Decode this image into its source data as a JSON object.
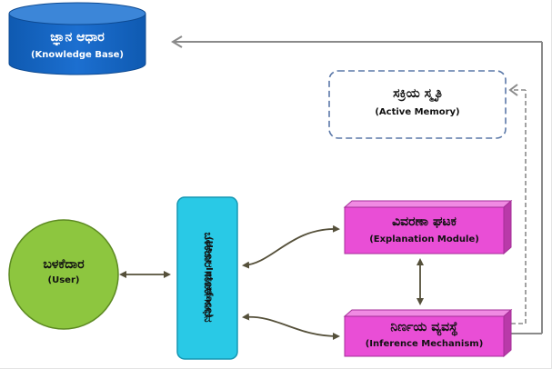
{
  "nodes": {
    "knowledge_base": {
      "label_kn": "ಜ್ಞಾನ ಆಧಾರ",
      "label_en": "(Knowledge Base)"
    },
    "active_memory": {
      "label_kn": "ಸಕ್ರಿಯ ಸ್ಮೃತಿ",
      "label_en": "(Active Memory)"
    },
    "user": {
      "label_kn": "ಬಳಕೆದಾರ",
      "label_en": "(User)"
    },
    "user_interface": {
      "label_kn": "ಬಳಕೆದಾರ ಸಂಪರ್ಕಸಾಧನ",
      "label_en": "(User Interface)"
    },
    "explanation_module": {
      "label_kn": "ವಿವರಣಾ ಘಟಕ",
      "label_en": "(Explanation Module)"
    },
    "inference_mechanism": {
      "label_kn": "ನಿರ್ಣಯ ವ್ಯವಸ್ಥೆ",
      "label_en": "(Inference Mechanism)"
    }
  },
  "colors": {
    "knowledge_base": "#1565c0",
    "user": "#8dc63f",
    "user_interface": "#29c9e6",
    "modules": "#e94ed6",
    "arrows": "#55503a",
    "connector": "#8a8a8a",
    "memory_border": "#5b78a8"
  }
}
